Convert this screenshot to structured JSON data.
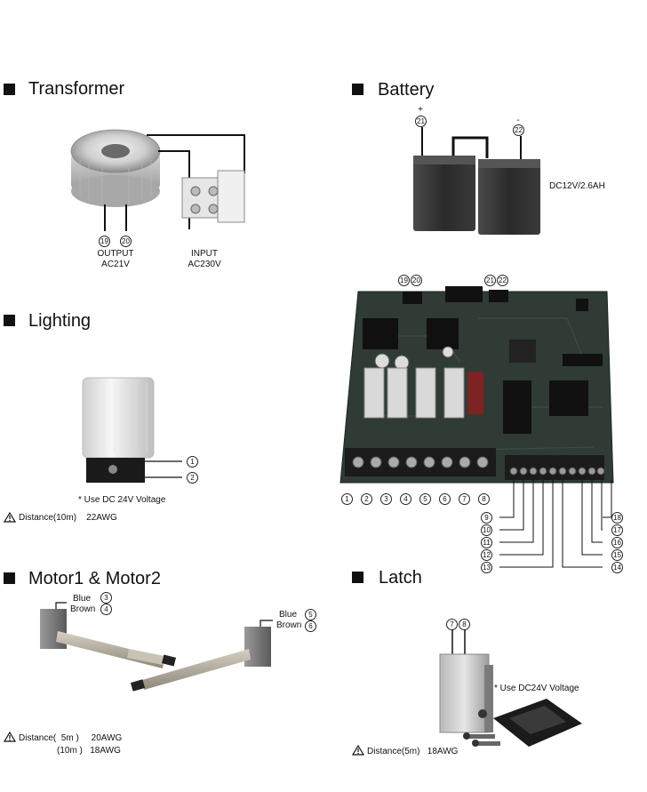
{
  "sections": {
    "transformer": {
      "title": "Transformer",
      "output_label": "OUTPUT",
      "output_value": "AC21V",
      "input_label": "INPUT",
      "input_value": "AC230V",
      "terminals": [
        "19",
        "20"
      ]
    },
    "battery": {
      "title": "Battery",
      "spec": "DC12V/2.6AH",
      "plus_sign": "+",
      "minus_sign": "-",
      "terminals": [
        "21",
        "22"
      ]
    },
    "lighting": {
      "title": "Lighting",
      "note": "* Use DC 24V Voltage",
      "distance": "Distance(10m)    22AWG",
      "terminals": [
        "1",
        "2"
      ]
    },
    "board": {
      "top_terminals": [
        "19",
        "20",
        "21",
        "22"
      ],
      "bottom_terminals": [
        "1",
        "2",
        "3",
        "4",
        "5",
        "6",
        "7",
        "8"
      ],
      "right_terminals_left": [
        "9",
        "10",
        "11",
        "12",
        "13"
      ],
      "right_terminals_right": [
        "18",
        "17",
        "16",
        "15",
        "14"
      ]
    },
    "motor": {
      "title": "Motor1 & Motor2",
      "left_wire_1": "Blue",
      "left_wire_2": "Brown",
      "right_wire_1": "Blue",
      "right_wire_2": "Brown",
      "left_terminals": [
        "3",
        "4"
      ],
      "right_terminals": [
        "5",
        "6"
      ],
      "distance_1": "Distance(  5m )     20AWG",
      "distance_2": "(10m )   18AWG"
    },
    "latch": {
      "title": "Latch",
      "note": "* Use DC24V Voltage",
      "distance": "Distance(5m)   18AWG",
      "terminals": [
        "7",
        "8"
      ]
    }
  },
  "colors": {
    "board_green": "#2f3b34",
    "wire": "#111111",
    "terminal_block": "#1b1b1b"
  },
  "icons": {
    "section_bullet": "black-square-icon",
    "warning": "warning-triangle-icon"
  }
}
